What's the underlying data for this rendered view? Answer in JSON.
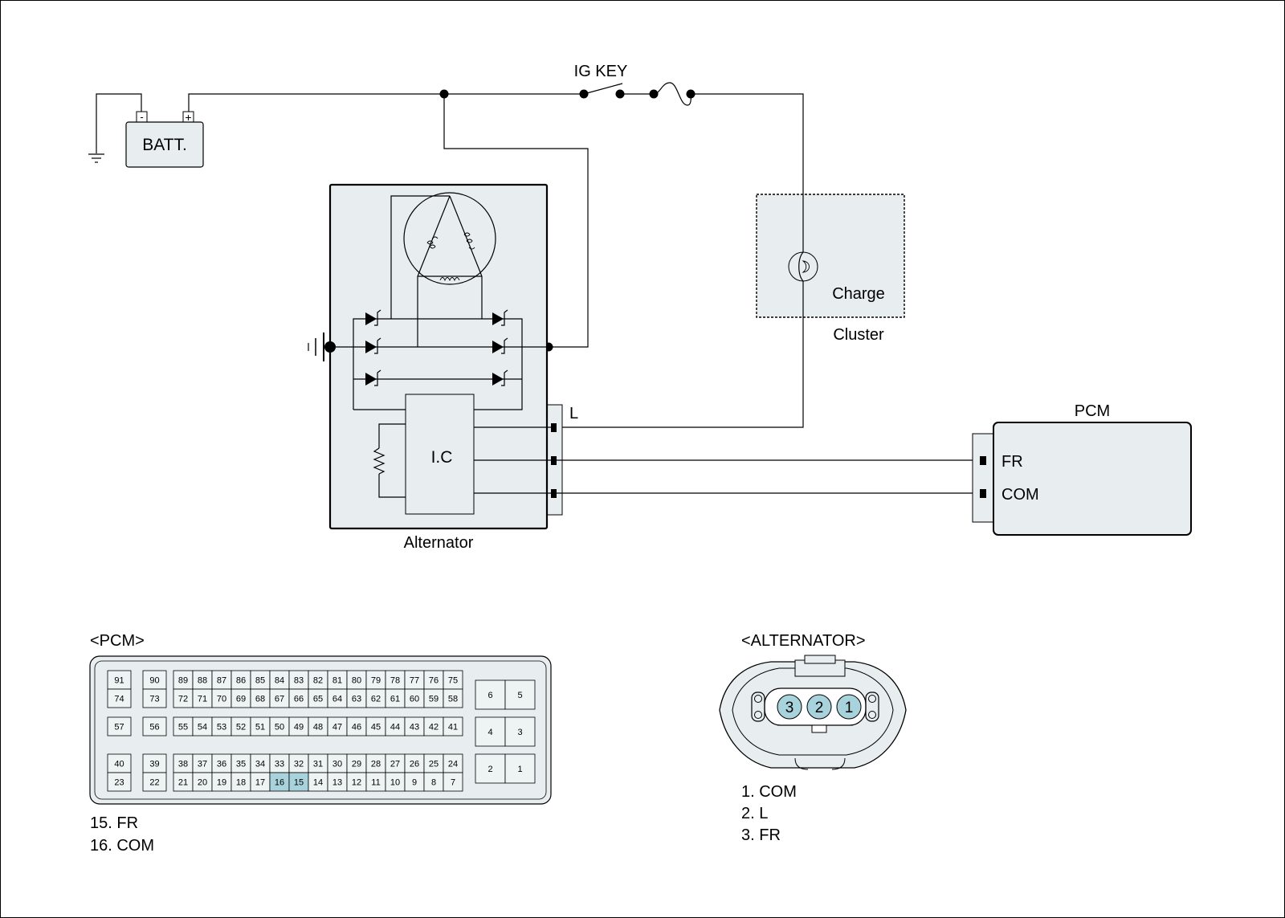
{
  "labels": {
    "ig_key": "IG KEY",
    "battery": "BATT.",
    "battery_minus": "-",
    "battery_plus": "+",
    "ic": "I.C",
    "alternator": "Alternator",
    "charge": "Charge",
    "cluster": "Cluster",
    "pcm": "PCM",
    "terminal_l": "L",
    "pcm_fr": "FR",
    "pcm_com": "COM"
  },
  "pcm_connector": {
    "title": "<PCM>",
    "highlight_pins": [
      "15",
      "16"
    ],
    "highlight_color": "#a9d3dc",
    "left_pins": [
      [
        "91",
        "74"
      ],
      [
        "90",
        "73"
      ],
      [
        "57"
      ],
      [
        "56"
      ],
      [
        "40",
        "23"
      ],
      [
        "39",
        "22"
      ]
    ],
    "main_rows": [
      [
        "89",
        "88",
        "87",
        "86",
        "85",
        "84",
        "83",
        "82",
        "81",
        "80",
        "79",
        "78",
        "77",
        "76",
        "75"
      ],
      [
        "72",
        "71",
        "70",
        "69",
        "68",
        "67",
        "66",
        "65",
        "64",
        "63",
        "62",
        "61",
        "60",
        "59",
        "58"
      ],
      [
        "55",
        "54",
        "53",
        "52",
        "51",
        "50",
        "49",
        "48",
        "47",
        "46",
        "45",
        "44",
        "43",
        "42",
        "41"
      ],
      [
        "38",
        "37",
        "36",
        "35",
        "34",
        "33",
        "32",
        "31",
        "30",
        "29",
        "28",
        "27",
        "26",
        "25",
        "24"
      ],
      [
        "21",
        "20",
        "19",
        "18",
        "17",
        "16",
        "15",
        "14",
        "13",
        "12",
        "11",
        "10",
        "9",
        "8",
        "7"
      ]
    ],
    "right_pins": [
      [
        "6",
        "5"
      ],
      [
        "4",
        "3"
      ],
      [
        "2",
        "1"
      ]
    ],
    "legend": [
      "15. FR",
      "16. COM"
    ]
  },
  "alternator_connector": {
    "title": "<ALTERNATOR>",
    "pins": [
      "3",
      "2",
      "1"
    ],
    "pin_color": "#a9d3dc",
    "legend": [
      "1. COM",
      "2. L",
      "3. FR"
    ]
  }
}
